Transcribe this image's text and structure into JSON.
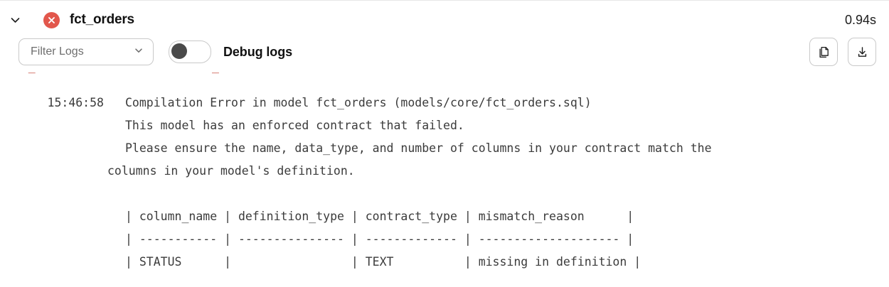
{
  "header": {
    "collapse_icon": "chevron-down-icon",
    "status_icon": "error-circle-x-icon",
    "status_color": "#e2574c",
    "model_name": "fct_orders",
    "duration": "0.94s"
  },
  "toolbar": {
    "filter": {
      "placeholder": "Filter Logs",
      "value": "",
      "chevron_icon": "chevron-down-icon"
    },
    "debug_toggle": {
      "label": "Debug logs",
      "state": "off",
      "knob_color": "#4a4a4a"
    },
    "actions": [
      {
        "name": "copy-button",
        "icon": "copy-icon"
      },
      {
        "name": "download-button",
        "icon": "download-icon"
      }
    ]
  },
  "log": {
    "clipped_previous_line": "    _                         _         .",
    "timestamp": "15:46:58",
    "lines": [
      "Compilation Error in model fct_orders (models/core/fct_orders.sql)",
      "This model has an enforced contract that failed.",
      "Please ensure the name, data_type, and number of columns in your contract match the"
    ],
    "wrapped_line": "columns in your model's definition.",
    "table": {
      "header_row": "| column_name | definition_type | contract_type | mismatch_reason      |",
      "separator_row": "| ----------- | --------------- | ------------- | -------------------- |",
      "data_rows": [
        "| STATUS      |                 | TEXT          | missing in definition |"
      ],
      "columns": [
        "column_name",
        "definition_type",
        "contract_type",
        "mismatch_reason"
      ],
      "rows": [
        {
          "column_name": "STATUS",
          "definition_type": "",
          "contract_type": "TEXT",
          "mismatch_reason": "missing in definition"
        }
      ]
    }
  }
}
